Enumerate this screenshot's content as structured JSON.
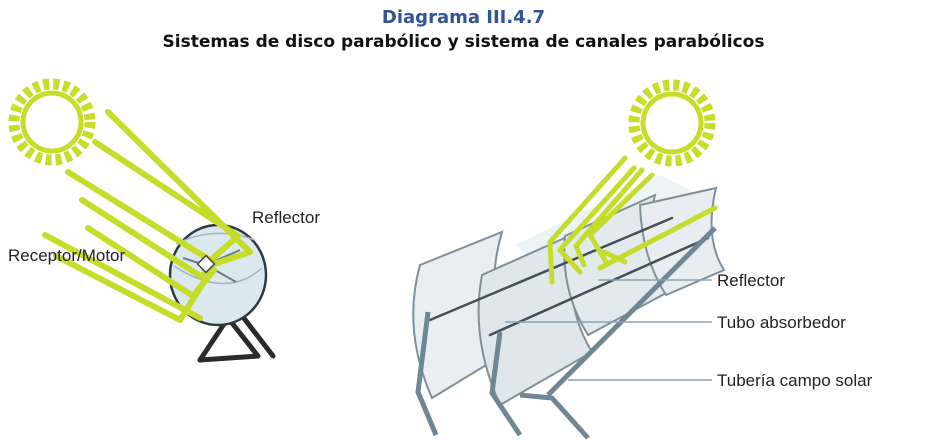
{
  "header": {
    "title": "Diagrama III.4.7",
    "subtitle": "Sistemas de disco parabólico y sistema de canales parabólicos"
  },
  "dish_system": {
    "labels": {
      "reflector": "Reflector",
      "receptor": "Receptor/Motor"
    }
  },
  "trough_system": {
    "labels": {
      "reflector": "Reflector",
      "absorber": "Tubo absorbedor",
      "piping": "Tubería campo solar"
    }
  },
  "colors": {
    "title": "#2f5597",
    "sun": "#c8dc2a",
    "ray": "#c6dc2a",
    "dish": "#dbe8ee",
    "frame": "#3a4a55",
    "pipe": "#7a8f9c",
    "leader": "#8aa3b4"
  }
}
